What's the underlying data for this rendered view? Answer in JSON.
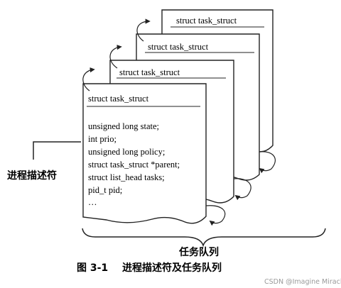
{
  "cards": [
    {
      "header": "struct task_struct"
    },
    {
      "header": "struct task_struct"
    },
    {
      "header": "struct task_struct"
    },
    {
      "header": "struct task_struct"
    }
  ],
  "front_fields": [
    "unsigned long state;",
    "int prio;",
    "unsigned long policy;",
    "struct task_struct *parent;",
    "struct list_head tasks;",
    "pid_t pid;",
    "…"
  ],
  "label_process_descriptor": "进程描述符",
  "label_task_queue": "任务队列",
  "caption": {
    "number": "图 3-1",
    "text": "进程描述符及任务队列"
  },
  "watermark": "CSDN @Imagine Miracle"
}
